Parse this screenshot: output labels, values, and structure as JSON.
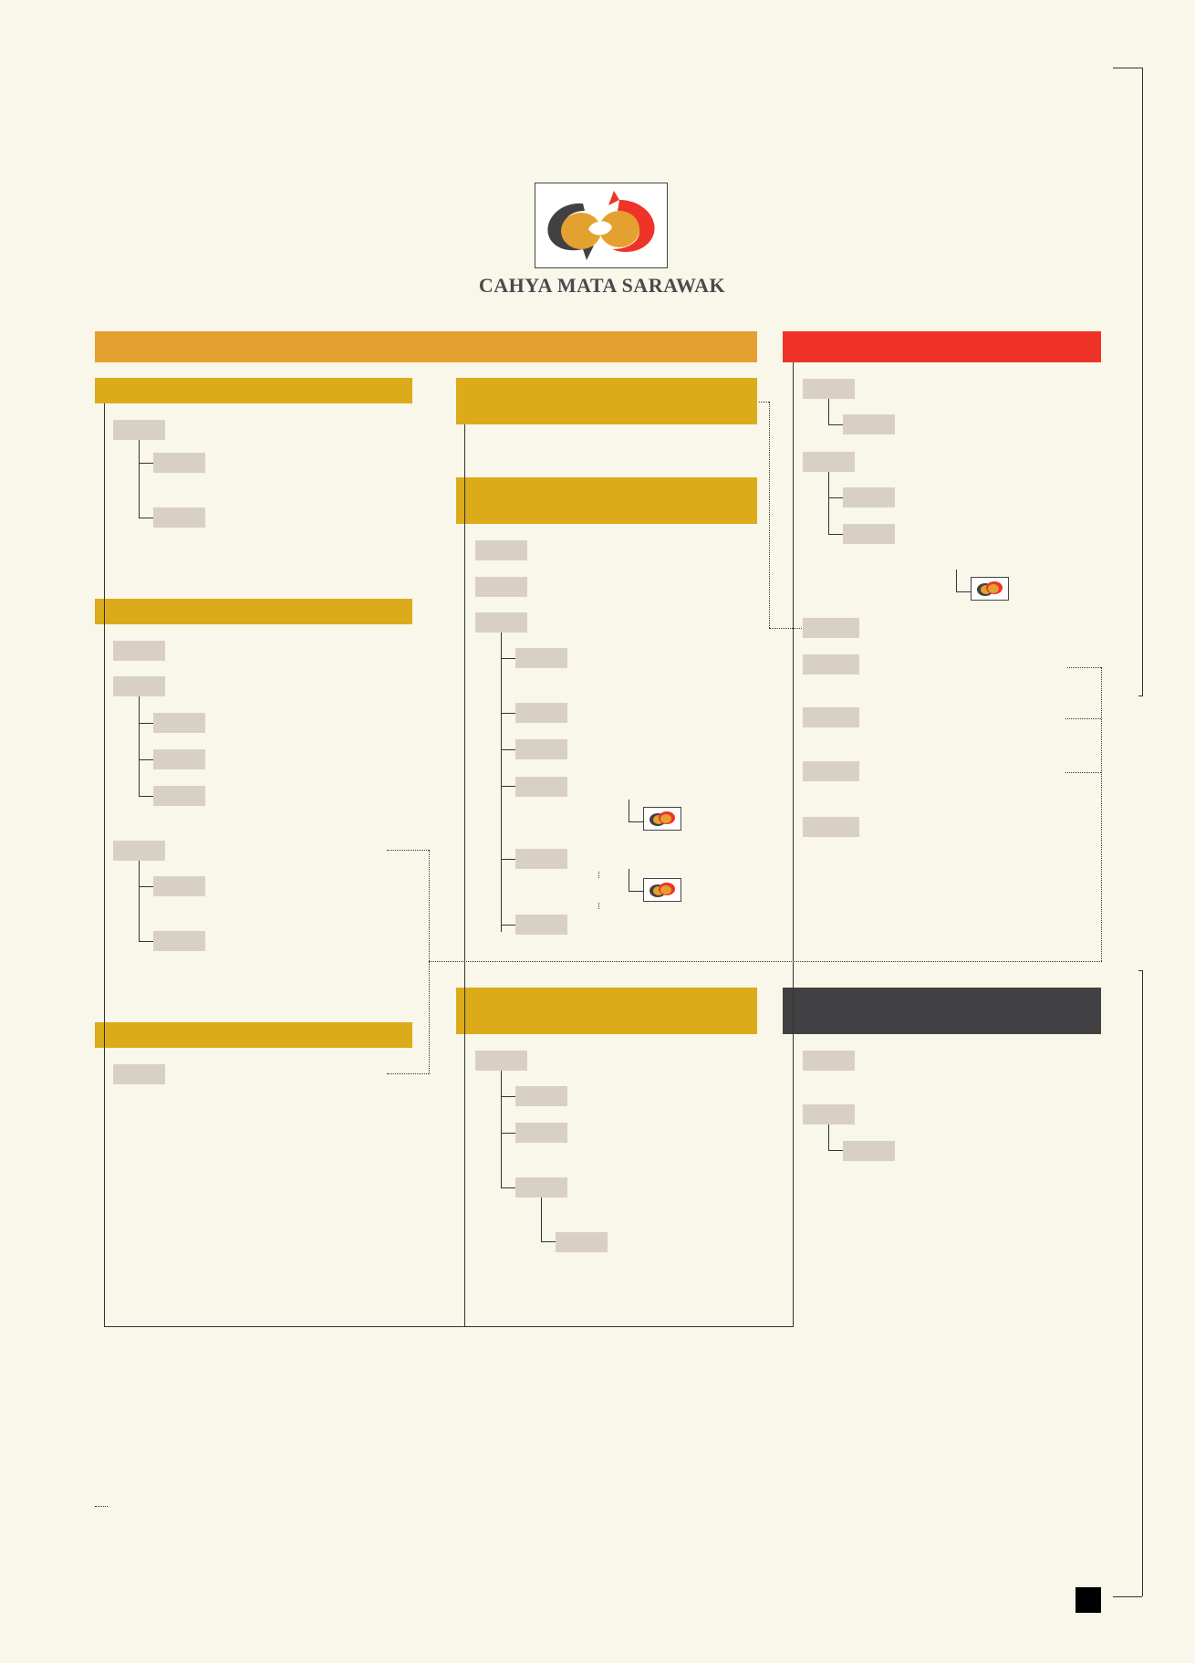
{
  "brand": {
    "name": "CAHYA MATA SARAWAK"
  },
  "colors": {
    "background": "#f9f6ea",
    "orange_header": "#e4a12f",
    "red_header": "#ef3326",
    "gold_header": "#dbab1a",
    "dark_header": "#414042",
    "entity_box": "#d9d0c5",
    "logo_gray": "#414042",
    "logo_gold": "#e4a12f",
    "logo_red": "#ef3326"
  },
  "icons": {
    "main_logo": "cahya-mata-sarawak-logo",
    "mini_logo": "cahya-mata-sarawak-mini-logo"
  }
}
